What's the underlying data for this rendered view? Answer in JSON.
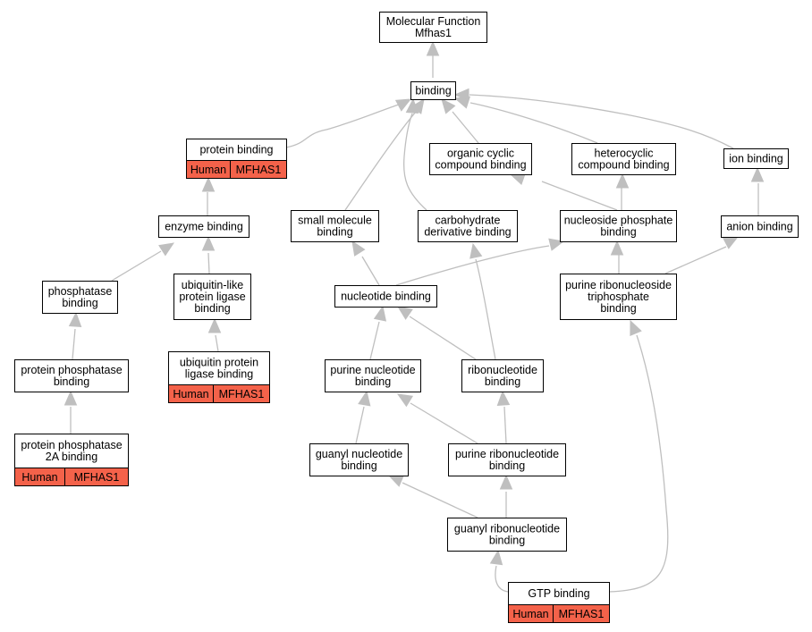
{
  "colors": {
    "edge": "#bfbfbf",
    "node_border": "#000000",
    "annotation_fill": "#f4624a",
    "background": "#ffffff"
  },
  "nodes": {
    "mf": {
      "lines": [
        "Molecular Function",
        "Mfhas1"
      ]
    },
    "bind": {
      "lines": [
        "binding"
      ]
    },
    "prot": {
      "lines": [
        "protein binding"
      ],
      "tags": [
        "Human",
        "MFHAS1"
      ]
    },
    "org": {
      "lines": [
        "organic cyclic",
        "compound binding"
      ]
    },
    "het": {
      "lines": [
        "heterocyclic",
        "compound binding"
      ]
    },
    "ion": {
      "lines": [
        "ion binding"
      ]
    },
    "enz": {
      "lines": [
        "enzyme binding"
      ]
    },
    "sm": {
      "lines": [
        "small molecule",
        "binding"
      ]
    },
    "carb": {
      "lines": [
        "carbohydrate",
        "derivative binding"
      ]
    },
    "nsp": {
      "lines": [
        "nucleoside phosphate",
        "binding"
      ]
    },
    "anion": {
      "lines": [
        "anion binding"
      ]
    },
    "phos": {
      "lines": [
        "phosphatase",
        "binding"
      ]
    },
    "ubl": {
      "lines": [
        "ubiquitin-like",
        "protein ligase",
        "binding"
      ]
    },
    "nuc": {
      "lines": [
        "nucleotide binding"
      ]
    },
    "prnt": {
      "lines": [
        "purine ribonucleoside",
        "triphosphate",
        "binding"
      ]
    },
    "pp": {
      "lines": [
        "protein phosphatase",
        "binding"
      ]
    },
    "ubq": {
      "lines": [
        "ubiquitin protein",
        "ligase binding"
      ],
      "tags": [
        "Human",
        "MFHAS1"
      ]
    },
    "pn": {
      "lines": [
        "purine nucleotide",
        "binding"
      ]
    },
    "rn": {
      "lines": [
        "ribonucleotide",
        "binding"
      ]
    },
    "pp2a": {
      "lines": [
        "protein phosphatase",
        "2A binding"
      ],
      "tags": [
        "Human",
        "MFHAS1"
      ]
    },
    "gn": {
      "lines": [
        "guanyl nucleotide",
        "binding"
      ]
    },
    "prn": {
      "lines": [
        "purine ribonucleotide",
        "binding"
      ]
    },
    "grn": {
      "lines": [
        "guanyl ribonucleotide",
        "binding"
      ]
    },
    "gtp": {
      "lines": [
        "GTP binding"
      ],
      "tags": [
        "Human",
        "MFHAS1"
      ]
    }
  }
}
